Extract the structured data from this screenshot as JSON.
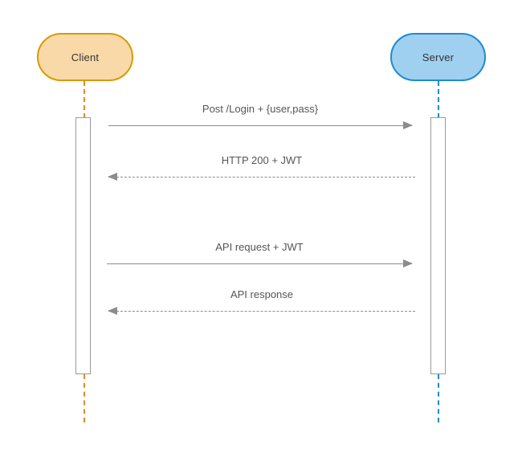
{
  "diagram": {
    "type": "sequence-diagram",
    "background_color": "#ffffff",
    "participants": [
      {
        "id": "client",
        "label": "Client",
        "fill_color": "#FAD9A8",
        "border_color": "#D79B00",
        "lifeline_color": "#E2892A"
      },
      {
        "id": "server",
        "label": "Server",
        "fill_color": "#9FD0F0",
        "border_color": "#1D8BD1",
        "lifeline_color": "#1D8BD1"
      }
    ],
    "activations": [
      {
        "id": "activation-client",
        "participant": "client",
        "fill_color": "#ffffff",
        "border_color": "#999999"
      },
      {
        "id": "activation-server",
        "participant": "server",
        "fill_color": "#ffffff",
        "border_color": "#999999"
      }
    ],
    "messages": [
      {
        "index": 1,
        "label": "Post /Login + {user,pass}",
        "from": "client",
        "to": "server",
        "direction": "right",
        "line_style": "solid",
        "color": "#8C8C8C"
      },
      {
        "index": 2,
        "label": "HTTP 200 + JWT",
        "from": "server",
        "to": "client",
        "direction": "left",
        "line_style": "dashed",
        "color": "#8C8C8C"
      },
      {
        "index": 3,
        "label": "API request + JWT",
        "from": "client",
        "to": "server",
        "direction": "right",
        "line_style": "solid",
        "color": "#8C8C8C"
      },
      {
        "index": 4,
        "label": "API response",
        "from": "server",
        "to": "client",
        "direction": "left",
        "line_style": "dashed",
        "color": "#8C8C8C"
      }
    ]
  }
}
